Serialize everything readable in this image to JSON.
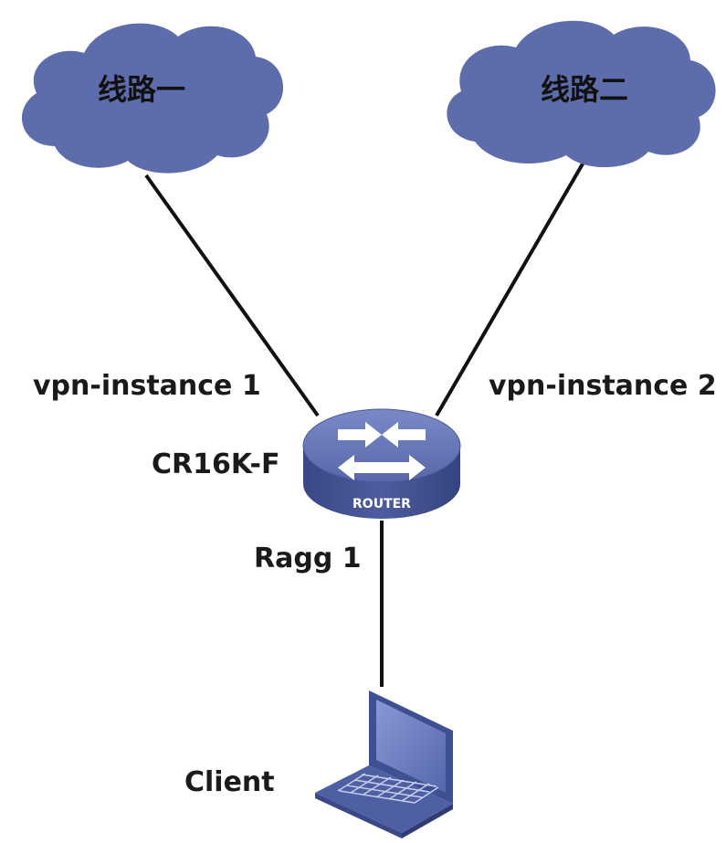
{
  "clouds": [
    {
      "label": "线路一"
    },
    {
      "label": "线路二"
    }
  ],
  "router": {
    "name": "CR16K-F",
    "badge": "ROUTER",
    "icon": "router-icon"
  },
  "links": {
    "left_label": "vpn-instance 1",
    "right_label": "vpn-instance 2",
    "down_label": "Ragg 1"
  },
  "client": {
    "label": "Client",
    "icon": "laptop-icon"
  },
  "colors": {
    "cloud": "#5d6cab",
    "router_top": "#6878b8",
    "router_side": "#3e4c8c",
    "line": "#111111",
    "laptop": "#4f5fa4"
  }
}
